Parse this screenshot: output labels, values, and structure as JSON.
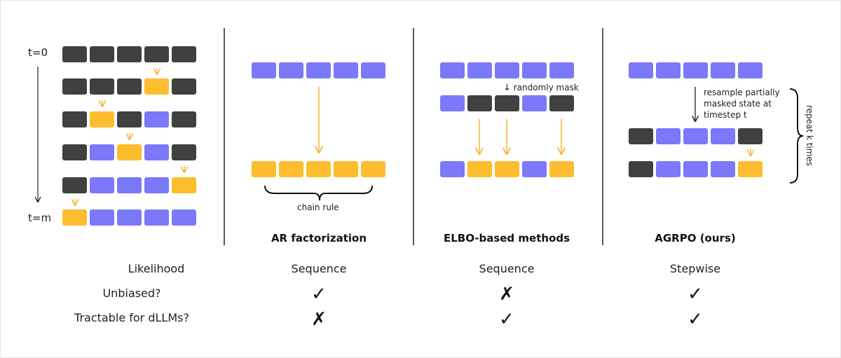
{
  "colors": {
    "dark": "#404040",
    "blue": "#7b78fa",
    "yellow": "#fdbd2e",
    "arrow_yellow": "#f6b73c",
    "line": "#222222"
  },
  "panel1": {
    "t0_label": "t=0",
    "tm_label": "t=m"
  },
  "panel2": {
    "brace_label": "chain rule",
    "heading": "AR factorization"
  },
  "panel3": {
    "mask_label": "randomly mask",
    "heading": "ELBO-based methods"
  },
  "panel4": {
    "resample_line1": "resample partially",
    "resample_line2": "masked state at",
    "resample_line3": "timestep t",
    "repeat_label": "repeat k times",
    "heading": "AGRPO (ours)"
  },
  "table": {
    "rows": [
      {
        "label": "Likelihood",
        "values": [
          "Sequence",
          "Sequence",
          "Stepwise"
        ]
      },
      {
        "label": "Unbiased?",
        "values": [
          "✓",
          "✗",
          "✓"
        ]
      },
      {
        "label": "Tractable for dLLMs?",
        "values": [
          "✗",
          "✓",
          "✓"
        ]
      }
    ]
  }
}
